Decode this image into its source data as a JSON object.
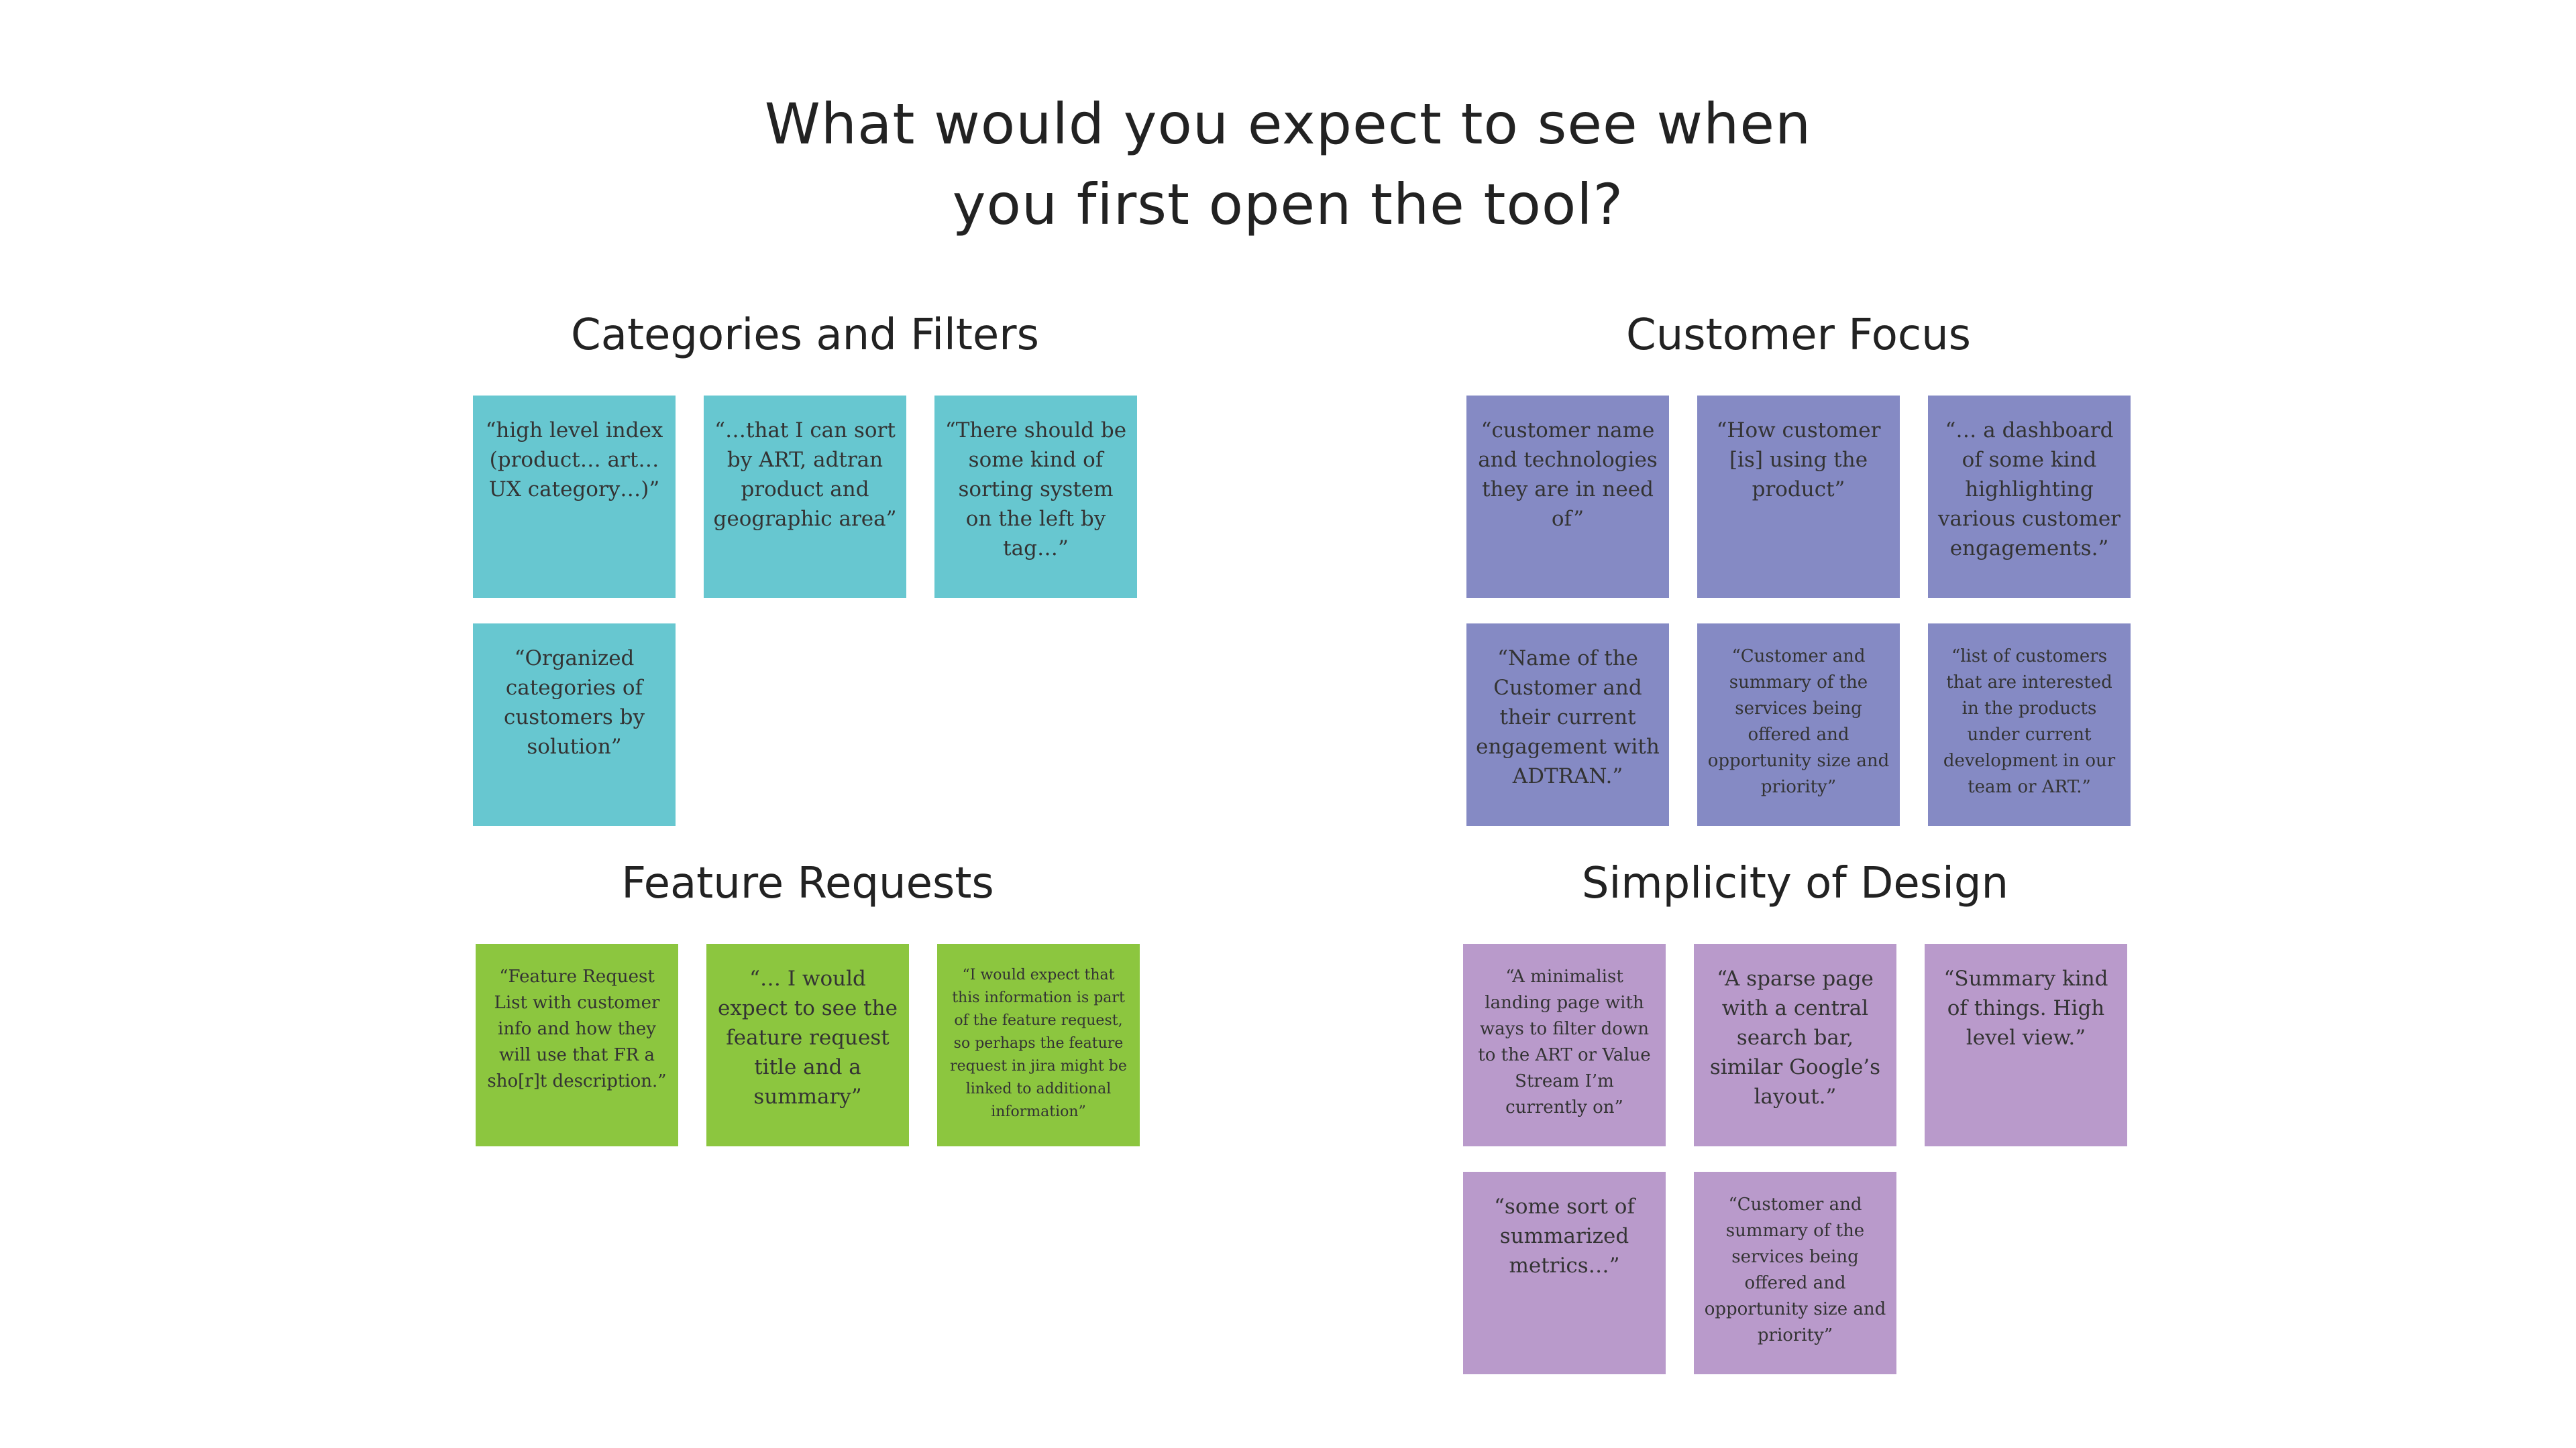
{
  "title": {
    "line1": "What would you expect to see when",
    "line2": "you first open the tool?"
  },
  "colors": {
    "categories": "#67c7d0",
    "customer": "#858ac4",
    "feature": "#8cc63f",
    "simplicity": "#b99acb"
  },
  "groups": {
    "categories": {
      "title": "Categories and Filters",
      "notes": [
        "“high level index (product… art… UX category…)”",
        "“…that I can sort by ART, adtran product and geographic area”",
        "“There should be some kind of sorting system on the left by tag…”",
        "“Organized categories of customers by solution”"
      ]
    },
    "customer": {
      "title": "Customer Focus",
      "notes": [
        "“customer name and technologies they are in need of”",
        "“How customer [is] using the product”",
        "“… a dashboard of some kind highlighting various customer engagements.”",
        "“Name of the Customer and their current engagement with ADTRAN.”",
        "“Customer and summary of the services being offered and opportunity size and priority”",
        "“list of customers that are interested in the products under current development in our team or ART.”"
      ]
    },
    "feature": {
      "title": "Feature Requests",
      "notes": [
        "“Feature Request List with customer info and how they will use that FR a sho[r]t description.”",
        "“… I would expect to see the feature request title and a summary”",
        "“I would expect that this information is part of the feature request, so perhaps the feature request in jira might be linked to additional information”"
      ]
    },
    "simplicity": {
      "title": "Simplicity of Design",
      "notes": [
        "“A minimalist landing page with ways to filter down to the ART or Value Stream I’m currently on”",
        "“A sparse page with a central search bar, similar Google’s layout.”",
        "“Summary kind of things. High level view.”",
        "“some sort of summarized metrics…”",
        "“Customer and summary of the services being offered and opportunity size and priority”"
      ]
    }
  }
}
